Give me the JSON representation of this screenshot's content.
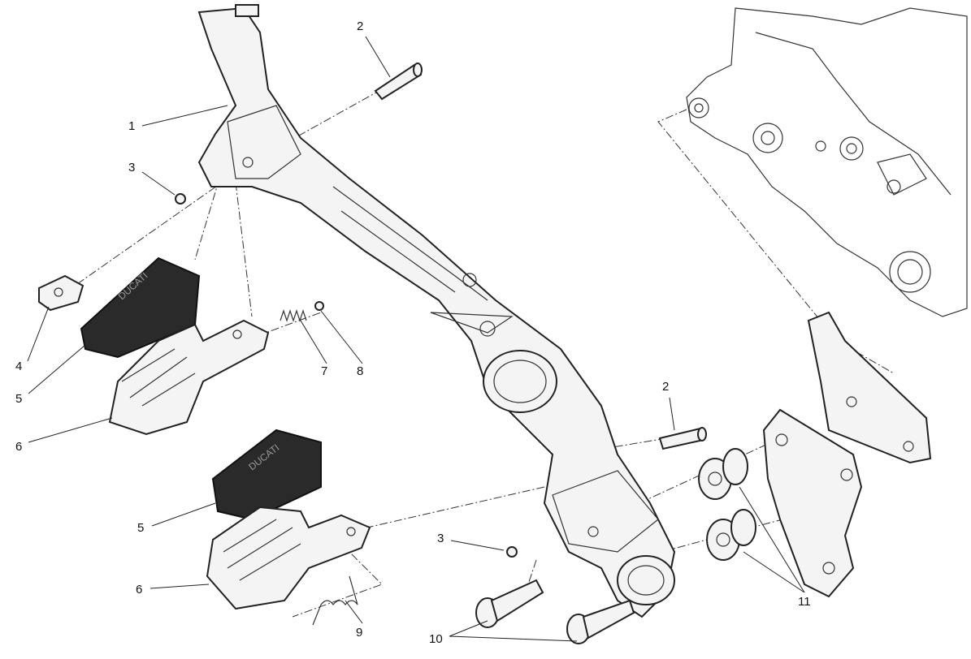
{
  "diagram": {
    "title": "Footrest bracket exploded view",
    "callouts": [
      {
        "id": "c1",
        "text": "1"
      },
      {
        "id": "c2a",
        "text": "2"
      },
      {
        "id": "c3a",
        "text": "3"
      },
      {
        "id": "c4",
        "text": "4"
      },
      {
        "id": "c5a",
        "text": "5"
      },
      {
        "id": "c6a",
        "text": "6"
      },
      {
        "id": "c7",
        "text": "7"
      },
      {
        "id": "c8",
        "text": "8"
      },
      {
        "id": "c2b",
        "text": "2"
      },
      {
        "id": "c3b",
        "text": "3"
      },
      {
        "id": "c5b",
        "text": "5"
      },
      {
        "id": "c6b",
        "text": "6"
      },
      {
        "id": "c9",
        "text": "9"
      },
      {
        "id": "c10",
        "text": "10"
      },
      {
        "id": "c11",
        "text": "11"
      }
    ],
    "pad_logo": "DUCATI"
  }
}
